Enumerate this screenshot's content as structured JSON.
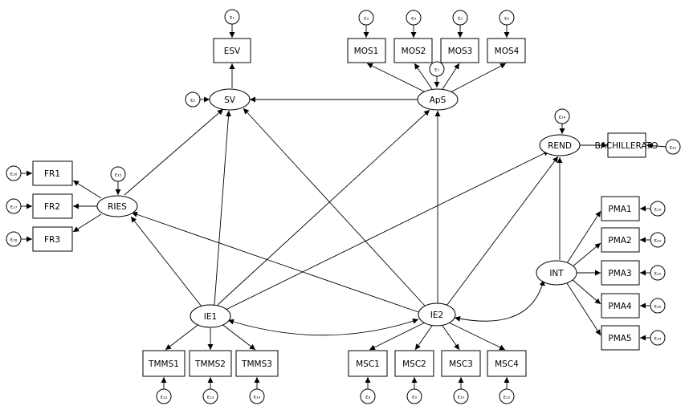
{
  "diagram": {
    "latent": {
      "sv": "SV",
      "aps": "ApS",
      "ries": "RIES",
      "rend": "REND",
      "int": "INT",
      "ie1": "IE1",
      "ie2": "IE2"
    },
    "observed": {
      "esv": "ESV",
      "mos1": "MOS1",
      "mos2": "MOS2",
      "mos3": "MOS3",
      "mos4": "MOS4",
      "fr1": "FR1",
      "fr2": "FR2",
      "fr3": "FR3",
      "bachillerato": "BACHILLERATO",
      "pma1": "PMA1",
      "pma2": "PMA2",
      "pma3": "PMA3",
      "pma4": "PMA4",
      "pma5": "PMA5",
      "tmms1": "TMMS1",
      "tmms2": "TMMS2",
      "tmms3": "TMMS3",
      "msc1": "MSC1",
      "msc2": "MSC2",
      "msc3": "MSC3",
      "msc4": "MSC4"
    },
    "errors": {
      "esv": "ε₁",
      "sv": "ε₂",
      "mos1": "ε₃",
      "mos2": "ε₄",
      "mos3": "ε₅",
      "mos4": "ε₆",
      "aps": "ε₇",
      "ries": "ε₁₅",
      "fr1": "ε₁₆",
      "fr2": "ε₁₇",
      "fr3": "ε₁₈",
      "rend": "ε₂₄",
      "bachillerato": "ε₂₅",
      "pma1": "ε₁₉",
      "pma2": "ε₂₀",
      "pma3": "ε₂₁",
      "pma4": "ε₂₂",
      "pma5": "ε₂₃",
      "tmms1": "ε₁₂",
      "tmms2": "ε₁₃",
      "tmms3": "ε₁₄",
      "msc1": "ε₈",
      "msc2": "ε₉",
      "msc3": "ε₁₀",
      "msc4": "ε₁₁"
    }
  }
}
